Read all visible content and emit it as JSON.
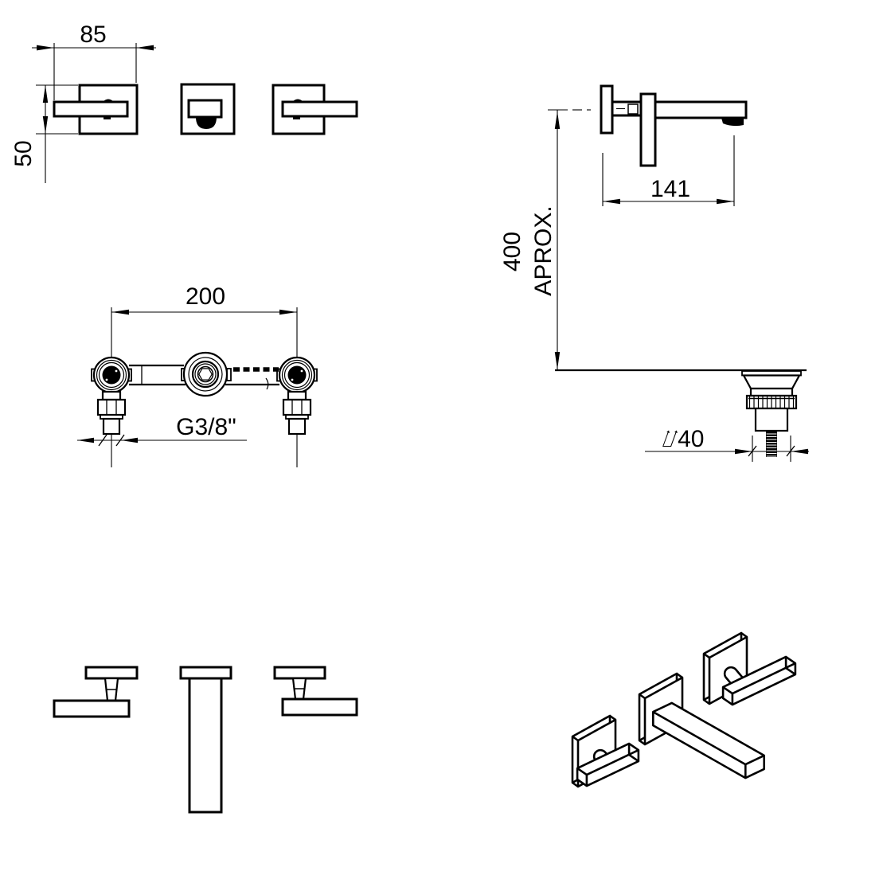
{
  "drawing": {
    "background_color": "#ffffff",
    "line_color": "#000000",
    "dims": {
      "front_width": "85",
      "front_height": "50",
      "hole_centers": "200",
      "inlet_thread": "G3/8\"",
      "spout_reach": "141",
      "mount_height": "400",
      "mount_height_qualifier": "APROX.",
      "drain_diameter": "⌰40"
    }
  }
}
